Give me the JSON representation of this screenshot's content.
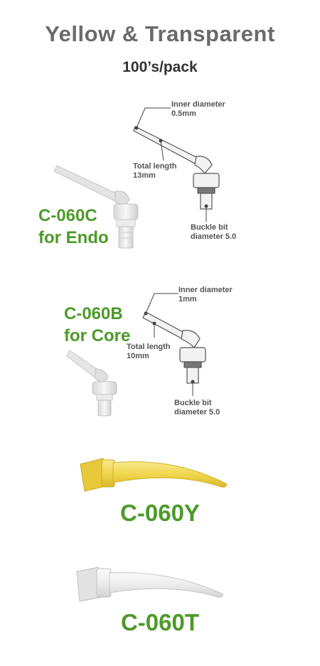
{
  "header": {
    "title": "Yellow & Transparent",
    "subtitle": "100’s/pack"
  },
  "products": [
    {
      "code": "C-060C",
      "use": "for Endo",
      "diagram": {
        "inner_diameter_label": "Inner diameter",
        "inner_diameter_value": "0.5mm",
        "total_length_label": "Total length",
        "total_length_value": "13mm",
        "buckle_label": "Buckle bit",
        "buckle_value": "diameter 5.0"
      }
    },
    {
      "code": "C-060B",
      "use": "for Core",
      "diagram": {
        "inner_diameter_label": "Inner diameter",
        "inner_diameter_value": "1mm",
        "total_length_label": "Total length",
        "total_length_value": "10mm",
        "buckle_label": "Buckle bit",
        "buckle_value": "diameter 5.0"
      }
    },
    {
      "code": "C-060Y"
    },
    {
      "code": "C-060T"
    }
  ],
  "colors": {
    "code_green": "#4d9a2a",
    "tip_yellow": "#f3dc5c",
    "tip_clear": "#ececec"
  }
}
